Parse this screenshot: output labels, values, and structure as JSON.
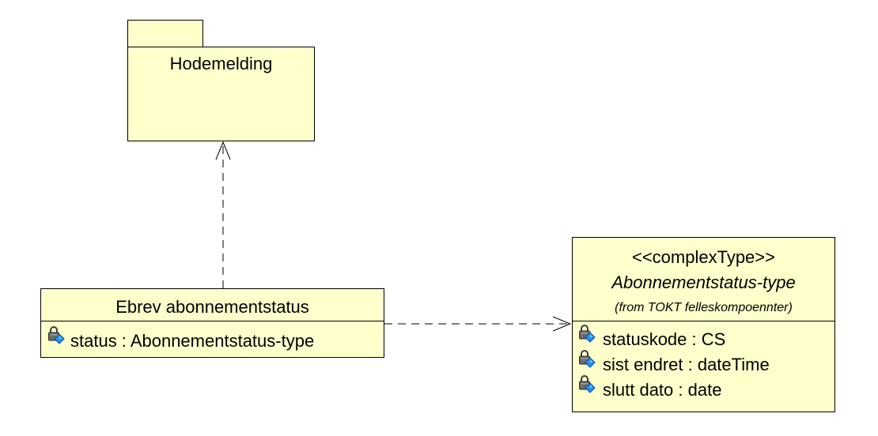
{
  "package": {
    "name": "Hodemelding"
  },
  "class_ebrev": {
    "name": "Ebrev abonnementstatus",
    "attributes": [
      {
        "icon": "private-attribute-icon",
        "text": "status : Abonnementstatus-type"
      }
    ]
  },
  "class_abonnementstatus": {
    "stereotype": "<<complexType>>",
    "name": "Abonnementstatus-type",
    "origin": "(from TOKT felleskompoennter)",
    "attributes": [
      {
        "icon": "private-attribute-icon",
        "text": "statuskode : CS"
      },
      {
        "icon": "private-attribute-icon",
        "text": "sist endret : dateTime"
      },
      {
        "icon": "private-attribute-icon",
        "text": "slutt dato : date"
      }
    ]
  },
  "relations": [
    {
      "from": "Ebrev abonnementstatus",
      "to": "Hodemelding",
      "kind": "dependency"
    },
    {
      "from": "Ebrev abonnementstatus",
      "to": "Abonnementstatus-type",
      "kind": "dependency"
    }
  ],
  "colors": {
    "box_fill": "#ffffcc",
    "stroke": "#000000",
    "icon_lock": "#555555",
    "icon_diamond": "#1e90ff"
  }
}
